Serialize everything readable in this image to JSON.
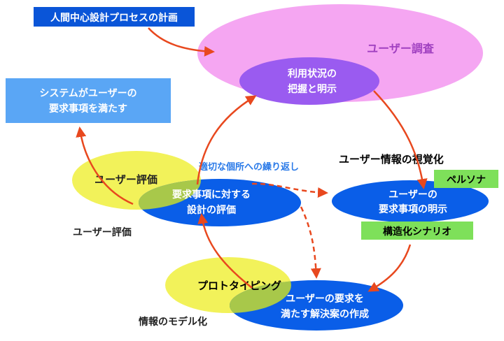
{
  "colors": {
    "blue_ellipse": "#0a5ee8",
    "purple_ellipse": "#9a5bf0",
    "pink_ellipse": "#f5a6f2",
    "yellow_ellipse": "#f2f25a",
    "olive_overlap": "#a8c84a",
    "title_box": "#0a55d8",
    "req_box": "#5aa6f5",
    "green_label": "#7ee05a",
    "arrow_red": "#e8481e",
    "loop_text": "#2a7ae8",
    "pink_text": "#a040c0"
  },
  "title_box": {
    "text": "人間中心設計プロセスの計画"
  },
  "user_research": {
    "label": "ユーザー調査"
  },
  "context": {
    "line1": "利用状況の",
    "line2": "把握と明示"
  },
  "requirements_box": {
    "line1": "システムがユーザーの",
    "line2": "要求事項を満たす"
  },
  "user_eval_ellipse": {
    "label": "ユーザー評価"
  },
  "design_eval": {
    "line1": "要求事項に対する",
    "line2": "設計の評価"
  },
  "user_eval_caption": {
    "text": "ユーザー評価"
  },
  "loop_label": {
    "text": "適切な個所への繰り返し"
  },
  "visualization": {
    "text": "ユーザー情報の視覚化"
  },
  "persona_tag": {
    "text": "ペルソナ"
  },
  "user_requirements": {
    "line1": "ユーザーの",
    "line2": "要求事項の明示"
  },
  "scenario_tag": {
    "text": "構造化シナリオ"
  },
  "prototyping": {
    "label": "プロトタイピング"
  },
  "solution": {
    "line1": "ユーザーの要求を",
    "line2": "満たす解決案の作成"
  },
  "modeling_caption": {
    "text": "情報のモデル化"
  }
}
